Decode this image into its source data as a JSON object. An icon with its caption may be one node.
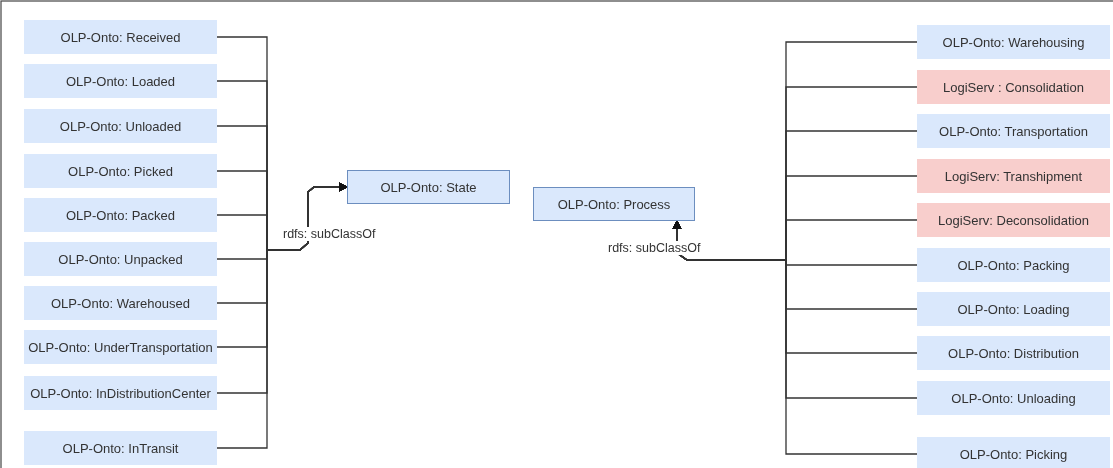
{
  "diagram": {
    "nodes": [
      {
        "text": [
          "OLP-Onto: Received"
        ]
      },
      {
        "text": [
          "OLP-Onto: Loaded"
        ]
      },
      {
        "text": [
          "OLP-Onto: Unloaded"
        ]
      },
      {
        "text": [
          "OLP-Onto: Picked"
        ]
      },
      {
        "text": [
          "OLP-Onto: Packed"
        ]
      },
      {
        "text": [
          "OLP-Onto: Unpacked"
        ]
      },
      {
        "text": [
          "OLP-Onto: Warehoused"
        ]
      },
      {
        "text": [
          "OLP-Onto: UnderTransportation"
        ]
      },
      {
        "text": [
          "OLP-Onto: InDistributionCenter"
        ]
      },
      {
        "text": [
          "OLP-Onto: InTransit"
        ]
      },
      {
        "text": [
          "OLP-Onto: State"
        ]
      },
      {
        "text": [
          "OLP-Onto: Process"
        ]
      },
      {
        "text": [
          "OLP-Onto: Warehousing"
        ]
      },
      {
        "text": [
          "LogiServ : Consolidation"
        ]
      },
      {
        "text": [
          "OLP-Onto: Transportation"
        ]
      },
      {
        "text": [
          "LogiServ: Transhipment"
        ]
      },
      {
        "text": [
          "LogiServ: Deconsolidation"
        ]
      },
      {
        "text": [
          "OLP-Onto: Packing"
        ]
      },
      {
        "text": [
          "OLP-Onto: Loading"
        ]
      },
      {
        "text": [
          "OLP-Onto: Distribution"
        ]
      },
      {
        "text": [
          "OLP-Onto: Unloading"
        ]
      },
      {
        "text": [
          "OLP-Onto: Picking"
        ]
      }
    ],
    "edges": [
      {
        "from": 0,
        "to": 10,
        "arrow": "to"
      },
      {
        "from": 1,
        "to": 10,
        "arrow": "to"
      },
      {
        "from": 2,
        "to": 10,
        "arrow": "to"
      },
      {
        "from": 3,
        "to": 10,
        "arrow": "to"
      },
      {
        "from": 4,
        "to": 10,
        "arrow": "to"
      },
      {
        "from": 5,
        "to": 10,
        "arrow": "to"
      },
      {
        "from": 6,
        "to": 10,
        "arrow": "to"
      },
      {
        "from": 7,
        "to": 10,
        "arrow": "to"
      },
      {
        "from": 8,
        "to": 10,
        "arrow": "to"
      },
      {
        "from": 9,
        "to": 10,
        "arrow": "to"
      },
      {
        "from": 12,
        "to": 11,
        "arrow": "to"
      },
      {
        "from": 13,
        "to": 11,
        "arrow": "to"
      },
      {
        "from": 14,
        "to": 11,
        "arrow": "to"
      },
      {
        "from": 15,
        "to": 11,
        "arrow": "to"
      },
      {
        "from": 16,
        "to": 11,
        "arrow": "to"
      },
      {
        "from": 17,
        "to": 11,
        "arrow": "to"
      },
      {
        "from": 18,
        "to": 11,
        "arrow": "to"
      },
      {
        "from": 19,
        "to": 11,
        "arrow": "to"
      },
      {
        "from": 20,
        "to": 11,
        "arrow": "to"
      },
      {
        "from": 21,
        "to": 11,
        "arrow": "to"
      }
    ],
    "labels": [
      "rdfs: subClassOf",
      "rdfs: subClassOf"
    ]
  }
}
